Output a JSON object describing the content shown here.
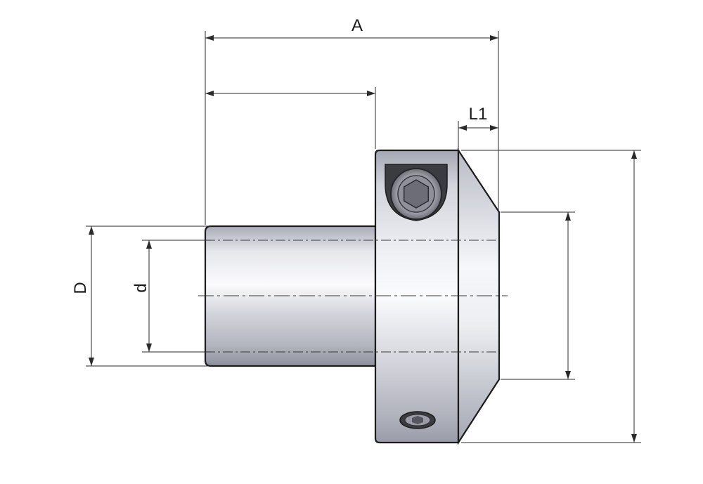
{
  "labels": {
    "A": "A",
    "L1": "L1",
    "D": "D",
    "d": "d"
  },
  "colors": {
    "background": "#ffffff",
    "metal_light": "#f4f5f8",
    "metal_mid": "#c9cad3",
    "metal_dark": "#8e909c",
    "outline": "#1c1c1c",
    "dimension": "#2a2a2a",
    "screw_dark": "#3b3c42"
  },
  "icons": {
    "clamp_screw": "hex-socket-screw-icon",
    "set_screw": "set-screw-icon"
  }
}
